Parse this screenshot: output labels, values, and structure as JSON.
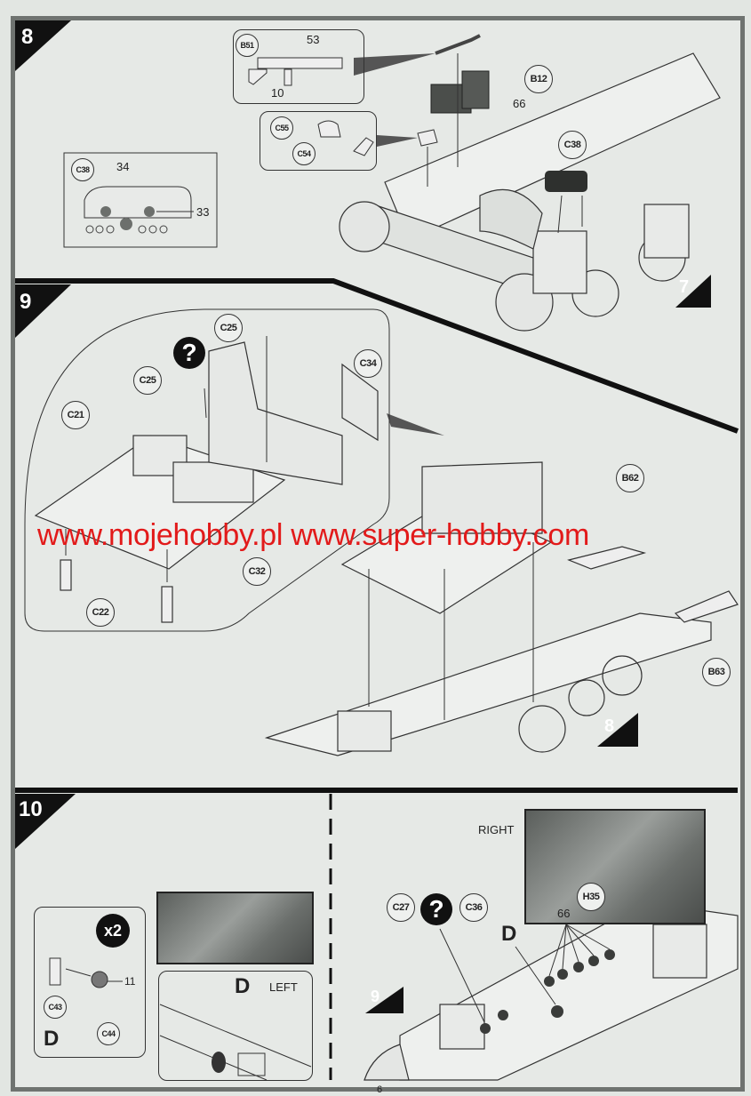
{
  "page_number": "6",
  "watermark": "www.mojehobby.pl www.super-hobby.com",
  "steps": {
    "step8": {
      "number": "8",
      "labels": {
        "b51": "B51",
        "n53": "53",
        "n10": "10",
        "b12": "B12",
        "n66": "66",
        "c55": "C55",
        "c54": "C54",
        "c38": "C38",
        "c38_detail": "C38",
        "n34": "34",
        "n33": "33"
      },
      "next_ref": "7"
    },
    "step9": {
      "number": "9",
      "question_mark": "?",
      "labels": {
        "c25a": "C25",
        "c25b": "C25",
        "c34": "C34",
        "c21": "C21",
        "c32": "C32",
        "c22": "C22",
        "b62": "B62",
        "b63": "B63"
      },
      "next_ref": "8"
    },
    "step10": {
      "number": "10",
      "left": {
        "multiplier": "x2",
        "n11": "11",
        "c43": "C43",
        "c44": "C44",
        "d_label": "D",
        "inset_d": "D",
        "inset_side": "LEFT"
      },
      "right": {
        "side": "RIGHT",
        "c27": "C27",
        "question_mark": "?",
        "c36": "C36",
        "h35": "H35",
        "n66": "66",
        "d_label": "D"
      },
      "next_ref": "9"
    }
  }
}
